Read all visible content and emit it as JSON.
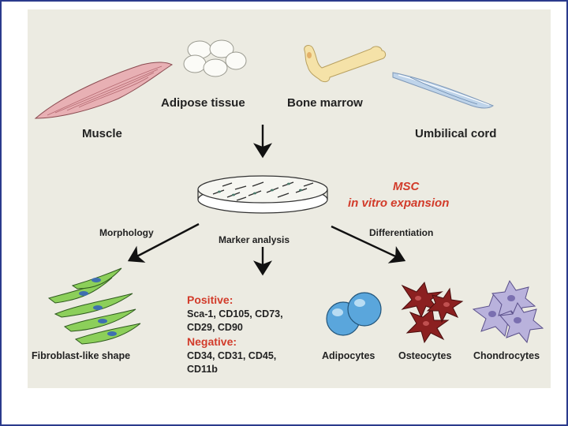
{
  "sources": {
    "muscle": "Muscle",
    "adipose": "Adipose tissue",
    "bone_marrow": "Bone marrow",
    "umbilical": "Umbilical cord"
  },
  "center": {
    "line1": "MSC",
    "line2": "in vitro expansion"
  },
  "branches": {
    "morphology": "Morphology",
    "marker": "Marker analysis",
    "differentiation": "Differentiation"
  },
  "results": {
    "fibroblast": "Fibroblast-like shape",
    "positive_head": "Positive:",
    "positive_line1": "Sca-1, CD105, CD73,",
    "positive_line2": "CD29, CD90",
    "negative_head": "Negative:",
    "negative_line1": "CD34, CD31, CD45,",
    "negative_line2": "CD11b",
    "adipocytes": "Adipocytes",
    "osteocytes": "Osteocytes",
    "chondrocytes": "Chondrocytes"
  },
  "colors": {
    "panel": "#ecebe2",
    "highlight": "#d23b2a",
    "frame": "#2a3a8c"
  }
}
